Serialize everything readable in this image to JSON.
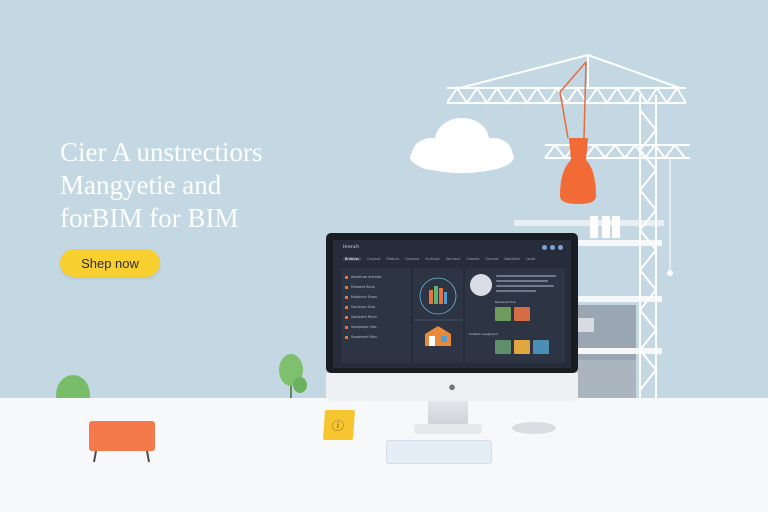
{
  "hero": {
    "headline_line1": "Cier A unstrectiors",
    "headline_line2": "Mangyetie and",
    "headline_line3": "forBIM for BIM",
    "cta_label": "Shep now"
  },
  "monitor": {
    "app_title": "Hrench",
    "nav_items": [
      "Brebuss",
      "Ceyrest",
      "Ribbuls",
      "Sorwest",
      "Scrtnost",
      "Serloest",
      "Catoest",
      "Sorcost",
      "Bandlets",
      "Lasta"
    ],
    "files": [
      "Anbetinae Aremiiel",
      "Mirabent Rinsk",
      "Mosibinsh Gress",
      "Oanvineci Gres",
      "Ganbhorh Rinnn",
      "Sannpoeor Gres",
      "Smabrvent Rtnn"
    ],
    "side_label_1": "Nanpered Fos",
    "side_label_2": "Snablre Ceegtnend"
  },
  "colors": {
    "sky": "#c3d8e2",
    "cta": "#f7cf2e",
    "accent_orange": "#f47a4c",
    "screen_bg": "#262c3a"
  },
  "icons": [
    "apple-logo-icon",
    "cloud-icon",
    "crane-icon",
    "plant-icon",
    "excavator-icon"
  ]
}
